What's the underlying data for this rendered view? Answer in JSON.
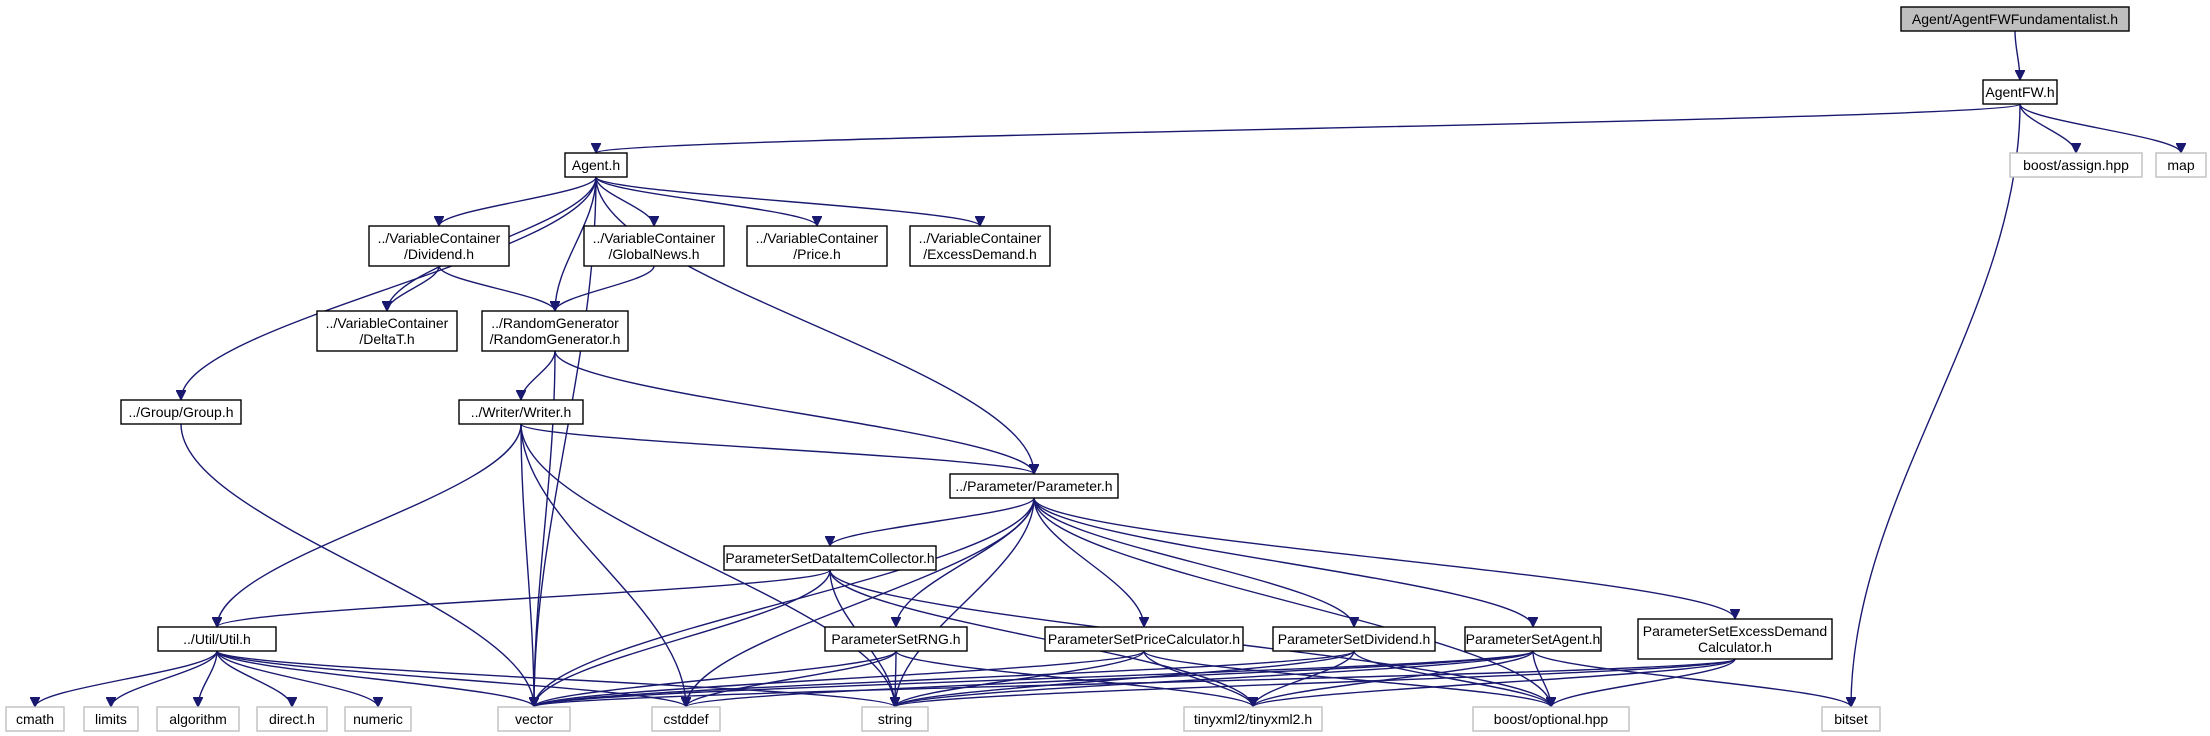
{
  "nodes": [
    {
      "id": "main",
      "kind": "main",
      "lines": [
        "Agent/AgentFWFundamentalist.h"
      ]
    },
    {
      "id": "agentfw",
      "kind": "internal",
      "lines": [
        "AgentFW.h"
      ]
    },
    {
      "id": "agent",
      "kind": "internal",
      "lines": [
        "Agent.h"
      ]
    },
    {
      "id": "boostassign",
      "kind": "external",
      "lines": [
        "boost/assign.hpp"
      ]
    },
    {
      "id": "map",
      "kind": "external",
      "lines": [
        "map"
      ]
    },
    {
      "id": "bitset",
      "kind": "external",
      "lines": [
        "bitset"
      ]
    },
    {
      "id": "vc_dividend",
      "kind": "internal",
      "lines": [
        "../VariableContainer",
        "/Dividend.h"
      ]
    },
    {
      "id": "vc_globalnews",
      "kind": "internal",
      "lines": [
        "../VariableContainer",
        "/GlobalNews.h"
      ]
    },
    {
      "id": "vc_price",
      "kind": "internal",
      "lines": [
        "../VariableContainer",
        "/Price.h"
      ]
    },
    {
      "id": "vc_excessdemand",
      "kind": "internal",
      "lines": [
        "../VariableContainer",
        "/ExcessDemand.h"
      ]
    },
    {
      "id": "vc_deltat",
      "kind": "internal",
      "lines": [
        "../VariableContainer",
        "/DeltaT.h"
      ]
    },
    {
      "id": "randomgen",
      "kind": "internal",
      "lines": [
        "../RandomGenerator",
        "/RandomGenerator.h"
      ]
    },
    {
      "id": "group",
      "kind": "internal",
      "lines": [
        "../Group/Group.h"
      ]
    },
    {
      "id": "writer",
      "kind": "internal",
      "lines": [
        "../Writer/Writer.h"
      ]
    },
    {
      "id": "parameter",
      "kind": "internal",
      "lines": [
        "../Parameter/Parameter.h"
      ]
    },
    {
      "id": "psdic",
      "kind": "internal",
      "lines": [
        "ParameterSetDataItemCollector.h"
      ]
    },
    {
      "id": "util",
      "kind": "internal",
      "lines": [
        "../Util/Util.h"
      ]
    },
    {
      "id": "psrng",
      "kind": "internal",
      "lines": [
        "ParameterSetRNG.h"
      ]
    },
    {
      "id": "pspc",
      "kind": "internal",
      "lines": [
        "ParameterSetPriceCalculator.h"
      ]
    },
    {
      "id": "psdiv",
      "kind": "internal",
      "lines": [
        "ParameterSetDividend.h"
      ]
    },
    {
      "id": "psagent",
      "kind": "internal",
      "lines": [
        "ParameterSetAgent.h"
      ]
    },
    {
      "id": "psed",
      "kind": "internal",
      "lines": [
        "ParameterSetExcessDemand",
        "Calculator.h"
      ]
    },
    {
      "id": "cmath",
      "kind": "external",
      "lines": [
        "cmath"
      ]
    },
    {
      "id": "limits",
      "kind": "external",
      "lines": [
        "limits"
      ]
    },
    {
      "id": "algorithm",
      "kind": "external",
      "lines": [
        "algorithm"
      ]
    },
    {
      "id": "direct",
      "kind": "external",
      "lines": [
        "direct.h"
      ]
    },
    {
      "id": "numeric",
      "kind": "external",
      "lines": [
        "numeric"
      ]
    },
    {
      "id": "vector",
      "kind": "external",
      "lines": [
        "vector"
      ]
    },
    {
      "id": "cstddef",
      "kind": "external",
      "lines": [
        "cstddef"
      ]
    },
    {
      "id": "string",
      "kind": "external",
      "lines": [
        "string"
      ]
    },
    {
      "id": "tinyxml",
      "kind": "external",
      "lines": [
        "tinyxml2/tinyxml2.h"
      ]
    },
    {
      "id": "boostoptional",
      "kind": "external",
      "lines": [
        "boost/optional.hpp"
      ]
    }
  ],
  "edges": [
    [
      "main",
      "agentfw"
    ],
    [
      "agentfw",
      "agent"
    ],
    [
      "agentfw",
      "boostassign"
    ],
    [
      "agentfw",
      "map"
    ],
    [
      "agentfw",
      "bitset"
    ],
    [
      "agent",
      "vc_dividend"
    ],
    [
      "agent",
      "vc_globalnews"
    ],
    [
      "agent",
      "vc_price"
    ],
    [
      "agent",
      "vc_excessdemand"
    ],
    [
      "agent",
      "vc_deltat"
    ],
    [
      "agent",
      "randomgen"
    ],
    [
      "agent",
      "group"
    ],
    [
      "agent",
      "parameter"
    ],
    [
      "agent",
      "vector"
    ],
    [
      "vc_dividend",
      "vc_deltat"
    ],
    [
      "vc_dividend",
      "randomgen"
    ],
    [
      "vc_globalnews",
      "randomgen"
    ],
    [
      "randomgen",
      "writer"
    ],
    [
      "randomgen",
      "parameter"
    ],
    [
      "randomgen",
      "vector"
    ],
    [
      "group",
      "vector"
    ],
    [
      "writer",
      "parameter"
    ],
    [
      "writer",
      "util"
    ],
    [
      "writer",
      "vector"
    ],
    [
      "writer",
      "cstddef"
    ],
    [
      "writer",
      "string"
    ],
    [
      "parameter",
      "psdic"
    ],
    [
      "parameter",
      "psrng"
    ],
    [
      "parameter",
      "pspc"
    ],
    [
      "parameter",
      "psdiv"
    ],
    [
      "parameter",
      "psagent"
    ],
    [
      "parameter",
      "psed"
    ],
    [
      "parameter",
      "vector"
    ],
    [
      "parameter",
      "cstddef"
    ],
    [
      "parameter",
      "string"
    ],
    [
      "parameter",
      "boostoptional"
    ],
    [
      "psdic",
      "util"
    ],
    [
      "psdic",
      "vector"
    ],
    [
      "psdic",
      "string"
    ],
    [
      "psdic",
      "tinyxml"
    ],
    [
      "psdic",
      "boostoptional"
    ],
    [
      "util",
      "cmath"
    ],
    [
      "util",
      "limits"
    ],
    [
      "util",
      "algorithm"
    ],
    [
      "util",
      "direct"
    ],
    [
      "util",
      "numeric"
    ],
    [
      "util",
      "vector"
    ],
    [
      "util",
      "cstddef"
    ],
    [
      "util",
      "string"
    ],
    [
      "psrng",
      "vector"
    ],
    [
      "psrng",
      "cstddef"
    ],
    [
      "psrng",
      "string"
    ],
    [
      "psrng",
      "tinyxml"
    ],
    [
      "pspc",
      "vector"
    ],
    [
      "pspc",
      "string"
    ],
    [
      "pspc",
      "tinyxml"
    ],
    [
      "pspc",
      "boostoptional"
    ],
    [
      "psdiv",
      "vector"
    ],
    [
      "psdiv",
      "string"
    ],
    [
      "psdiv",
      "tinyxml"
    ],
    [
      "psdiv",
      "boostoptional"
    ],
    [
      "psagent",
      "vector"
    ],
    [
      "psagent",
      "cstddef"
    ],
    [
      "psagent",
      "string"
    ],
    [
      "psagent",
      "tinyxml"
    ],
    [
      "psagent",
      "boostoptional"
    ],
    [
      "psagent",
      "bitset"
    ],
    [
      "psed",
      "vector"
    ],
    [
      "psed",
      "string"
    ],
    [
      "psed",
      "tinyxml"
    ],
    [
      "psed",
      "boostoptional"
    ]
  ],
  "colors": {
    "edge": "#191970",
    "main_fill": "#bfbfbf",
    "internal_border": "#000000",
    "external_border": "#bfbfbf",
    "text": "#000000"
  }
}
